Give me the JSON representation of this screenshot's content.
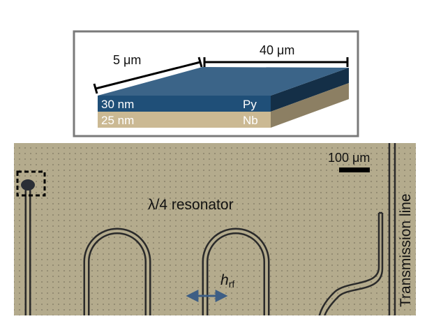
{
  "inset": {
    "width_label": "5 μm",
    "length_label": "40 μm",
    "layers": [
      {
        "thickness": "30 nm",
        "material": "Py",
        "color": "#1f4f78"
      },
      {
        "thickness": "25 nm",
        "material": "Nb",
        "color": "#cbb993"
      }
    ]
  },
  "micrograph": {
    "resonator_label": "λ/4 resonator",
    "scale_bar_label": "100 μm",
    "transmission_line_label": "Transmission line",
    "field_symbol": "h",
    "field_subscript": "rf"
  }
}
